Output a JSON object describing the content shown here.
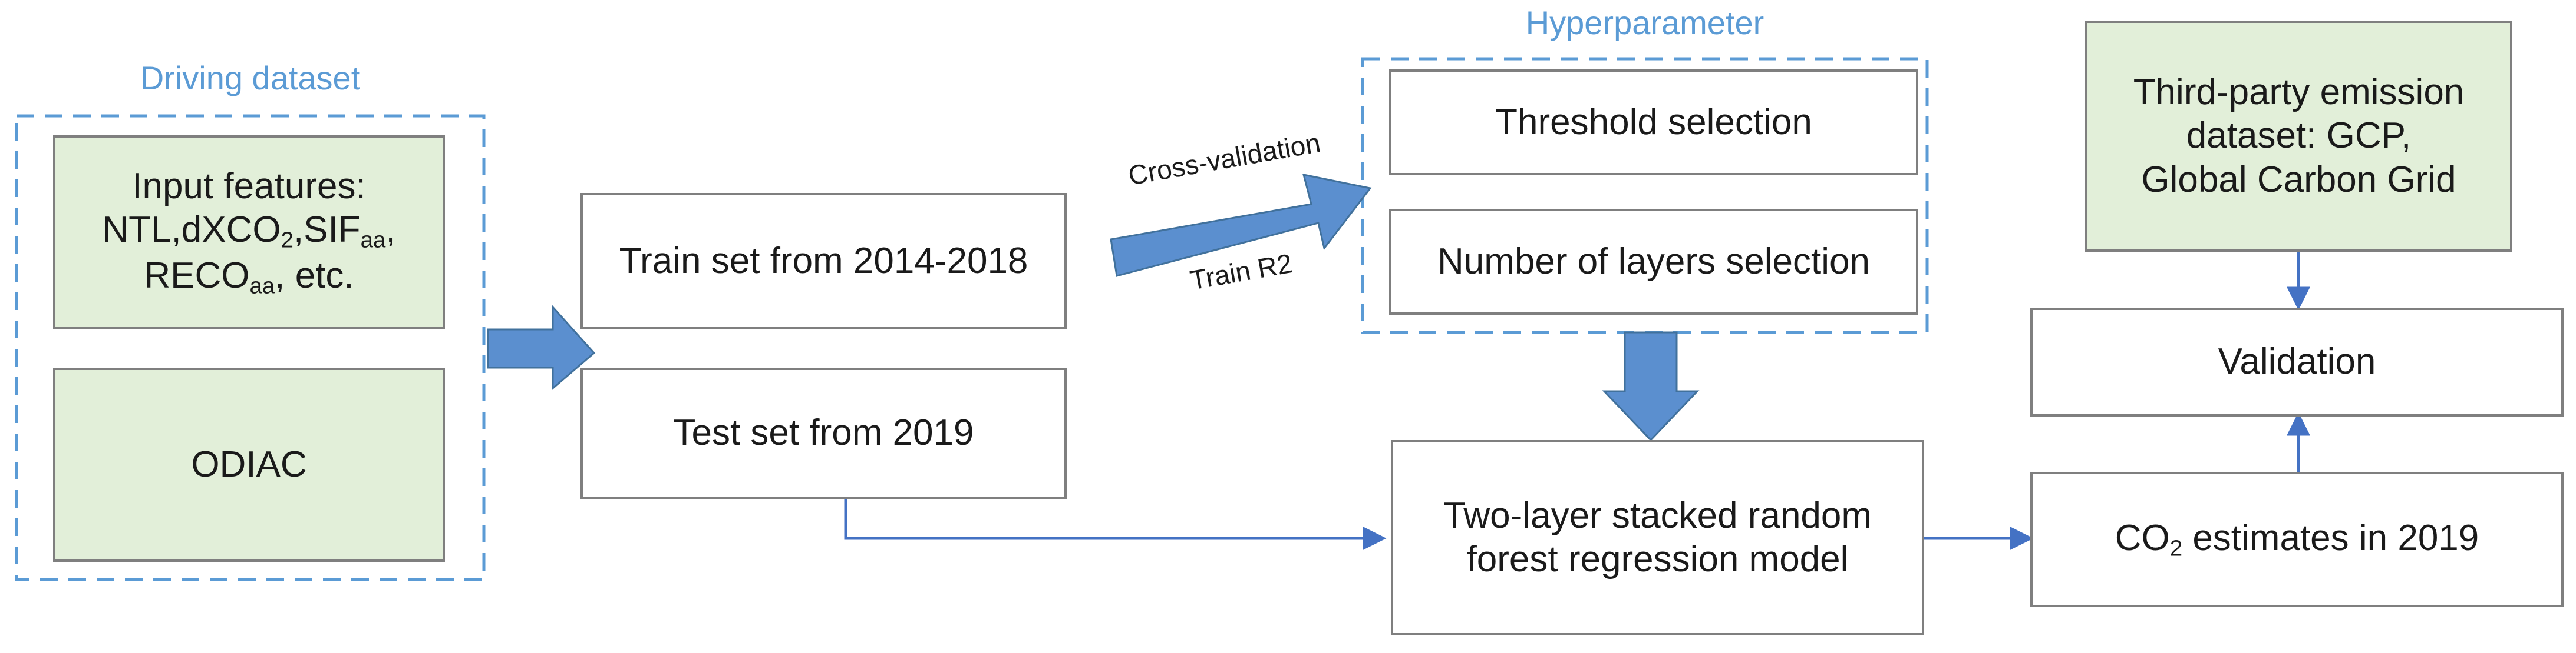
{
  "groups": {
    "driving": "Driving dataset",
    "hyper": "Hyperparameter"
  },
  "nodes": {
    "input_features": {
      "line1": "Input features:",
      "p1": "NTL,dXCO",
      "p1_sub": "2",
      "p2": ",SIF",
      "p2_sub": "aa",
      "p3": ",",
      "p4": "RECO",
      "p4_sub": "aa",
      "p5": ", etc."
    },
    "odiac": "ODIAC",
    "train_set": "Train set from 2014-2018",
    "test_set": "Test set from 2019",
    "threshold": "Threshold selection",
    "layers": "Number of layers selection",
    "model_line1": "Two-layer stacked random",
    "model_line2": "forest regression model",
    "third_party_line1": "Third-party emission",
    "third_party_line2": "dataset: GCP,",
    "third_party_line3": "Global Carbon Grid",
    "validation": "Validation",
    "co2_pre": "CO",
    "co2_sub": "2",
    "co2_post": " estimates in 2019"
  },
  "edges": {
    "cross_validation": "Cross-validation",
    "train_r2": "Train R2"
  },
  "colors": {
    "dashed_border": "#5b9bd5",
    "box_border": "#7f7f7f",
    "green_fill": "#e2efd9",
    "big_arrow_fill": "#5b8fcf",
    "connector": "#4472c4"
  }
}
